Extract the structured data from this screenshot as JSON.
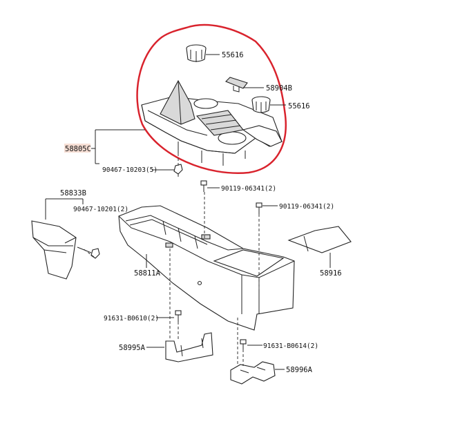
{
  "labels": {
    "part_55616_top": "55616",
    "part_58904b": "58904B",
    "part_55616_right": "55616",
    "part_58805c": "58805C",
    "part_90467_10203": "90467-10203(5)",
    "part_90119_06341_center": "90119-06341(2)",
    "part_58833b": "58833B",
    "part_90467_10201": "90467-10201(2)",
    "part_90119_06341_right": "90119-06341(2)",
    "part_58811a": "58811A",
    "part_58916": "58916",
    "part_91631_b0610": "91631-B0610(2)",
    "part_58995a": "58995A",
    "part_91631_b0614": "91631-B0614(2)",
    "part_58996a": "58996A"
  },
  "colors": {
    "highlight_circle": "#d9232d",
    "label_highlight": "#f6ded4",
    "line": "#222222"
  }
}
